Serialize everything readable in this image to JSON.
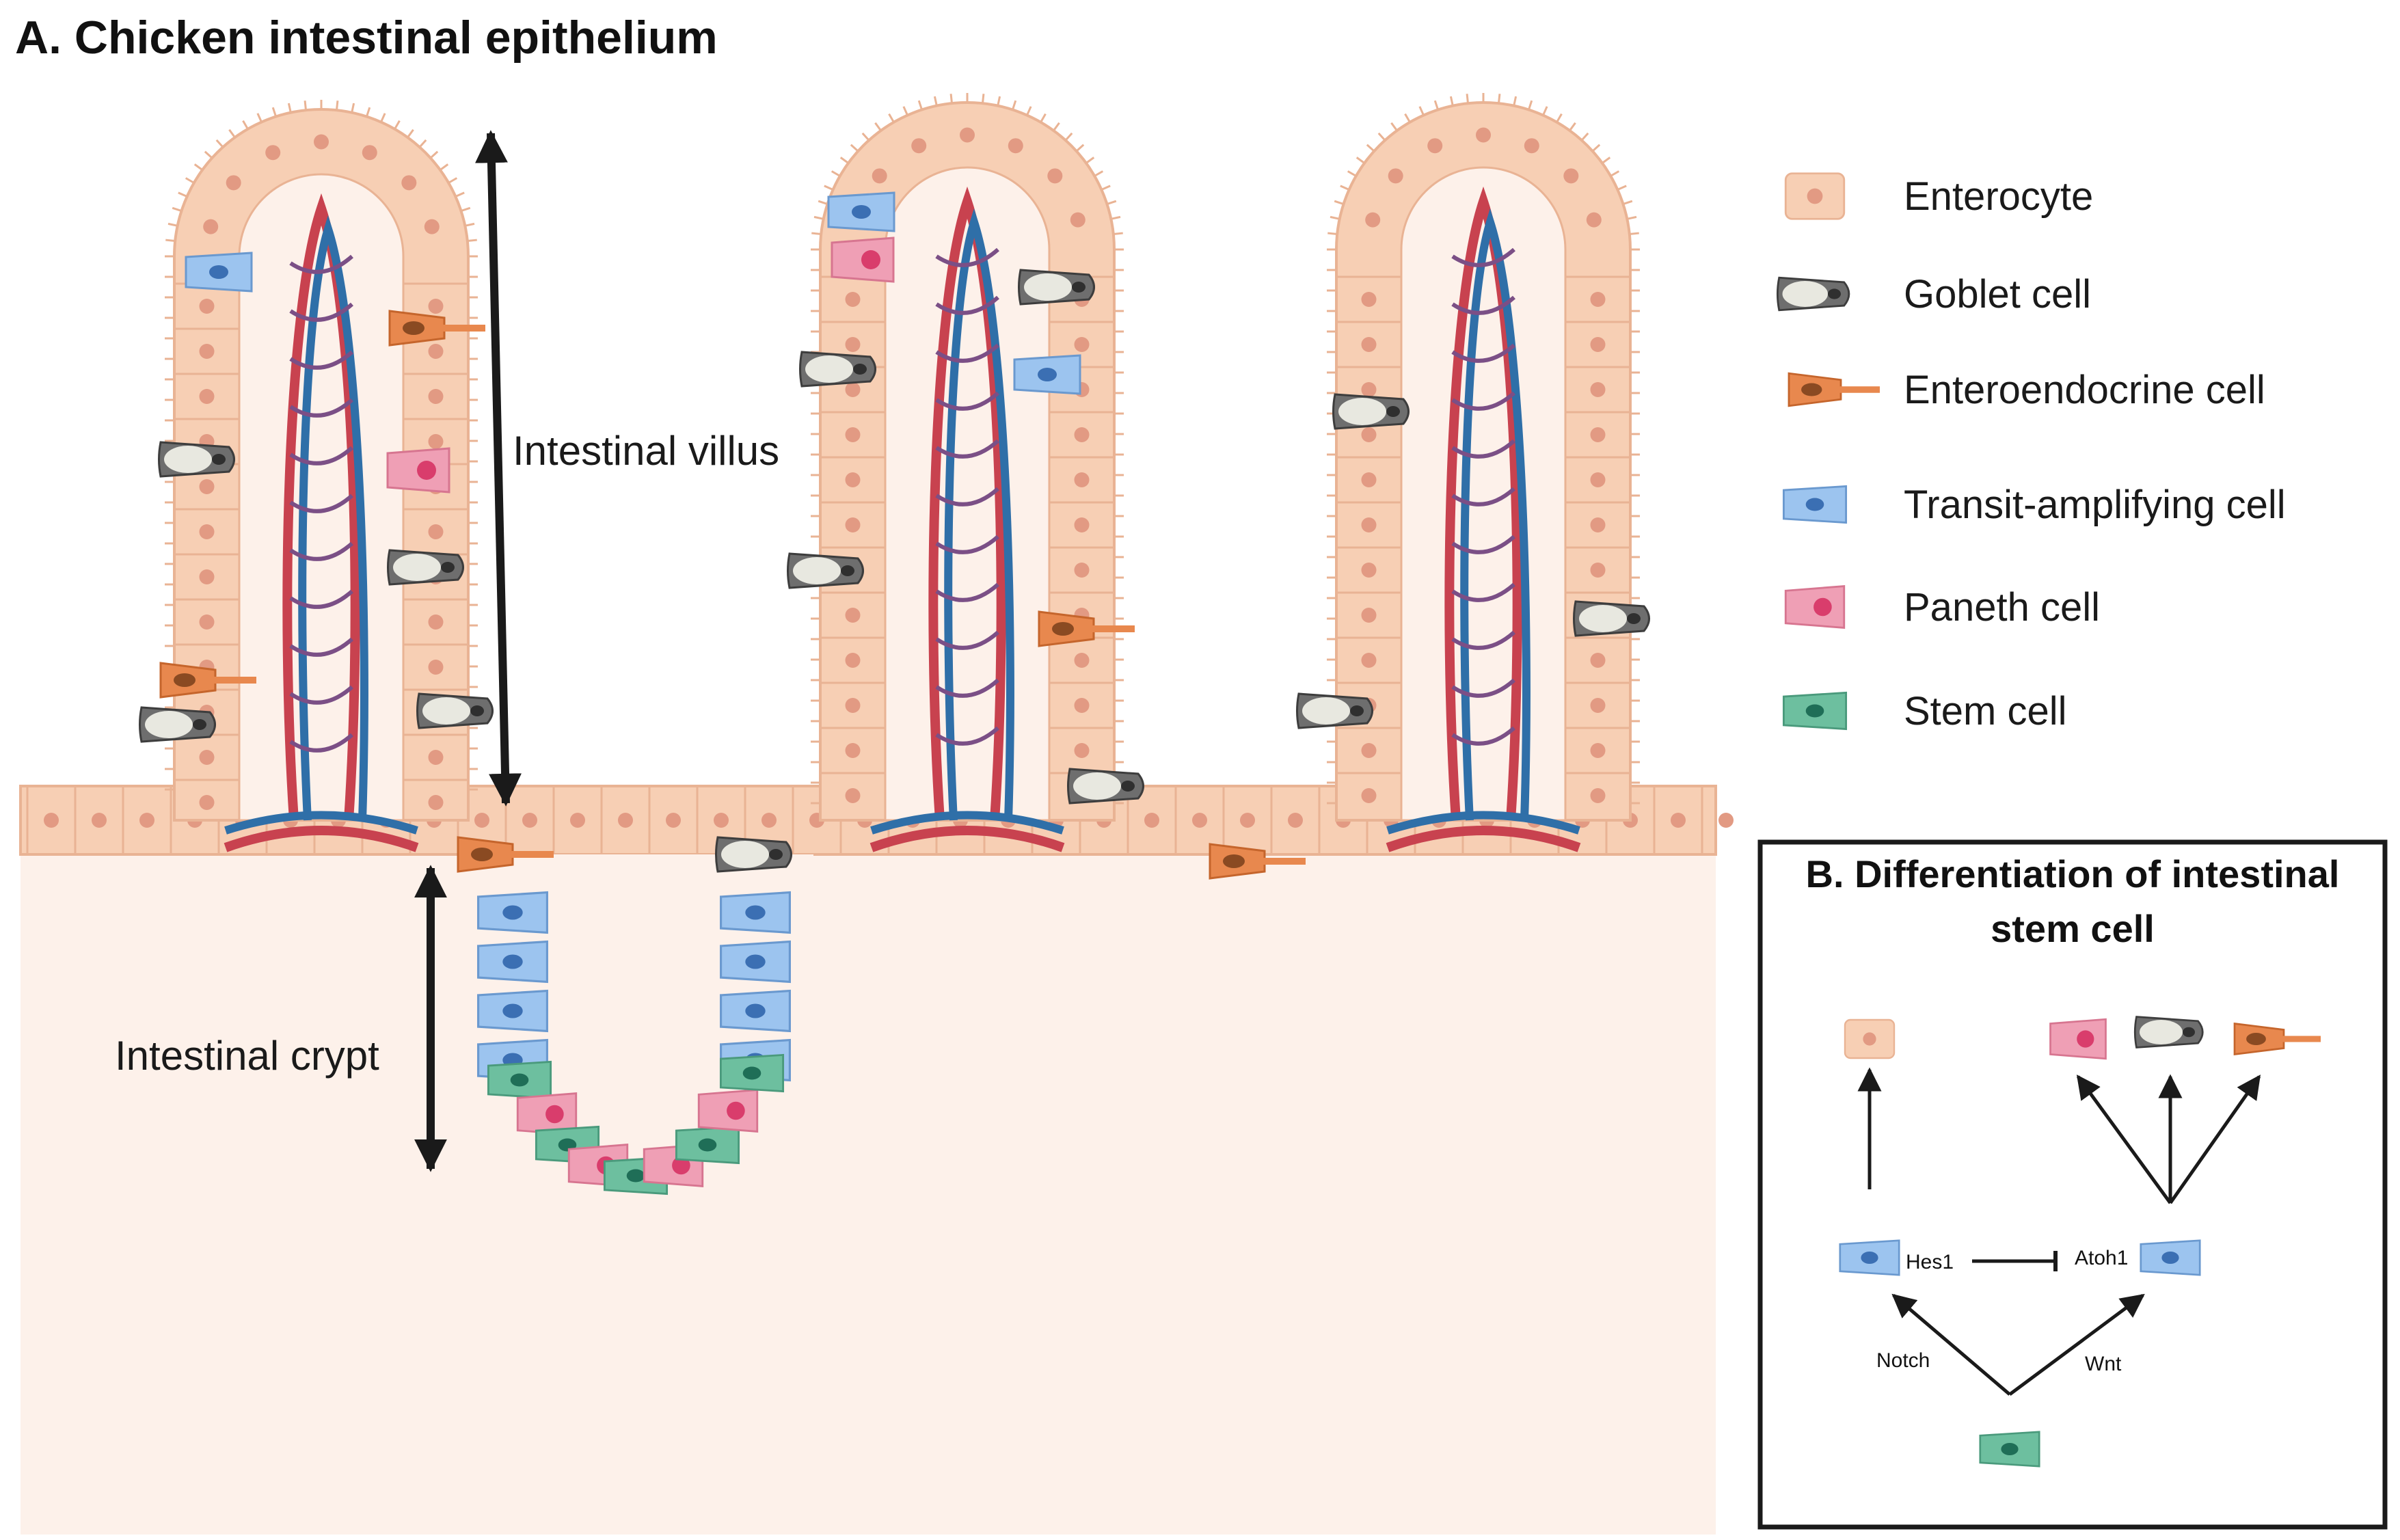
{
  "panel_a": {
    "title": "A. Chicken intestinal epithelium",
    "villus_label": "Intestinal villus",
    "crypt_label": "Intestinal crypt"
  },
  "legend": {
    "items": [
      {
        "label": "Enterocyte",
        "icon": "enterocyte-icon"
      },
      {
        "label": "Goblet cell",
        "icon": "goblet-cell-icon"
      },
      {
        "label": "Enteroendocrine cell",
        "icon": "enteroendocrine-cell-icon"
      },
      {
        "label": "Transit-amplifying cell",
        "icon": "transit-amplifying-cell-icon"
      },
      {
        "label": "Paneth cell",
        "icon": "paneth-cell-icon"
      },
      {
        "label": "Stem cell",
        "icon": "stem-cell-icon"
      }
    ]
  },
  "panel_b": {
    "title_line1": "B. Differentiation  of  intestinal",
    "title_line2": "stem cell",
    "hes1": "Hes1",
    "atoh1": "Atoh1",
    "notch": "Notch",
    "wnt": "Wnt"
  },
  "colors": {
    "enterocyte": "#f7cfb4",
    "enterocyte_edge": "#e9b394",
    "tissue": "#fdf1ea",
    "goblet": "#6e6e6e",
    "enteroendocrine": "#e8884e",
    "transit": "#9cc4ef",
    "paneth": "#ef9fb5",
    "stem": "#6dbf9f",
    "artery": "#c8424f",
    "vein": "#2f6fa8"
  }
}
